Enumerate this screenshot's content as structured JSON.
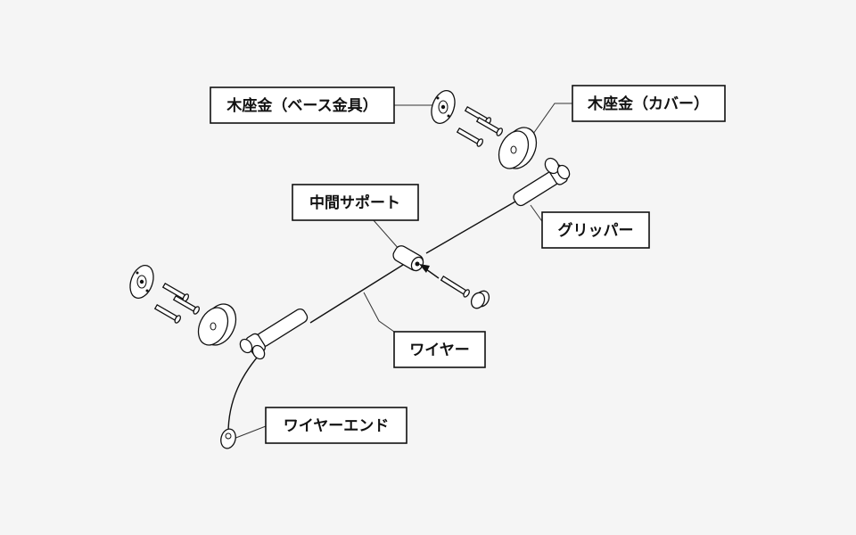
{
  "labels": {
    "base_plate": "木座金（ベース金具）",
    "cover": "木座金（カバー）",
    "middle_support": "中間サポート",
    "gripper": "グリッパー",
    "wire": "ワイヤー",
    "wire_end": "ワイヤーエンド"
  },
  "colors": {
    "background": "#f5f5f5",
    "line": "#111111",
    "box_fill": "#ffffff"
  }
}
